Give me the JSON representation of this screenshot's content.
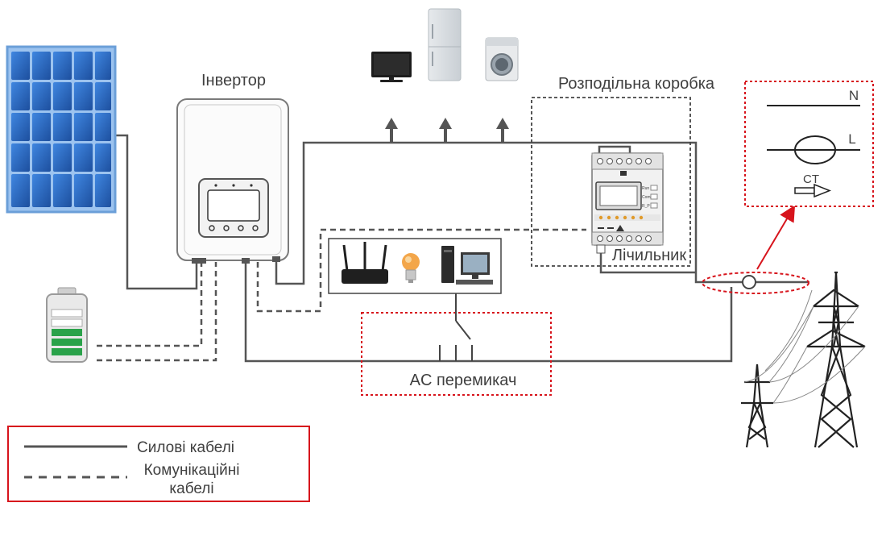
{
  "labels": {
    "inverter": "Інвертор",
    "distribution_box": "Розподільна коробка",
    "meter": "Лічильник",
    "ac_switch": "AC перемикач",
    "ct_detail": {
      "n": "N",
      "l": "L",
      "ct": "CT"
    }
  },
  "legend": {
    "power_cables": "Силові кабелі",
    "comm_cables_line1": "Комунікаційні",
    "comm_cables_line2": "кабелі"
  },
  "meter_panel": {
    "indicators": [
      "Run",
      "Com",
      "R_P",
      "—"
    ]
  },
  "colors": {
    "accent_red": "#d7141c",
    "power_line": "#555555",
    "panel_blue": "#2f6fc8"
  }
}
